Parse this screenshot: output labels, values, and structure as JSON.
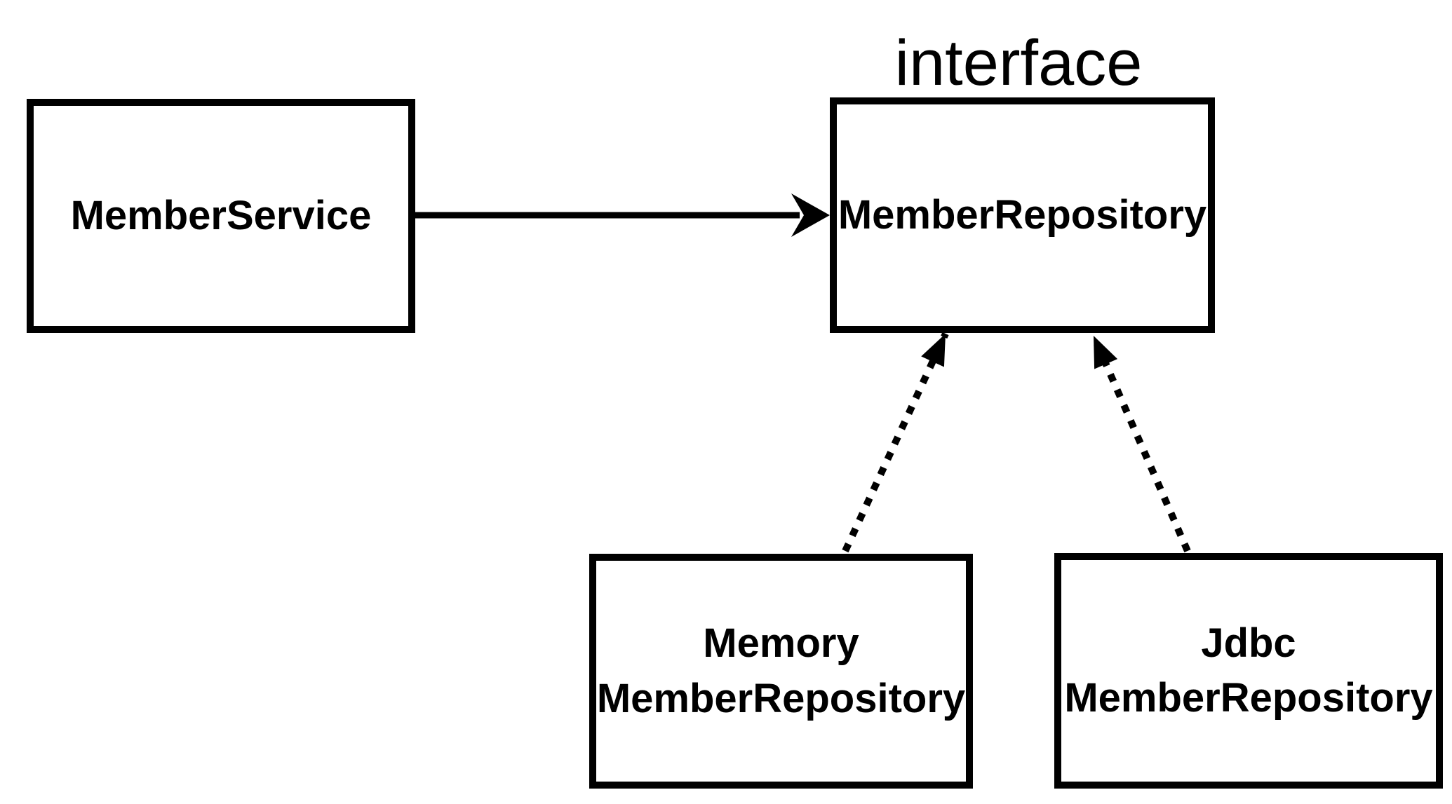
{
  "canvas": {
    "background": "#ffffff",
    "line_color": "#000000"
  },
  "diagram": {
    "stereotype_label": "interface",
    "nodes": [
      {
        "id": "member-service",
        "label": "MemberService"
      },
      {
        "id": "member-repository",
        "label": "MemberRepository",
        "stereotype": "interface"
      },
      {
        "id": "memory-member-repository",
        "lines": [
          "Memory",
          "MemberRepository"
        ]
      },
      {
        "id": "jdbc-member-repository",
        "lines": [
          "Jdbc",
          "MemberRepository"
        ]
      }
    ],
    "edges": [
      {
        "from": "member-service",
        "to": "member-repository",
        "style": "solid",
        "meaning": "depends-on"
      },
      {
        "from": "memory-member-repository",
        "to": "member-repository",
        "style": "dotted",
        "meaning": "implements"
      },
      {
        "from": "jdbc-member-repository",
        "to": "member-repository",
        "style": "dotted",
        "meaning": "implements"
      }
    ]
  }
}
